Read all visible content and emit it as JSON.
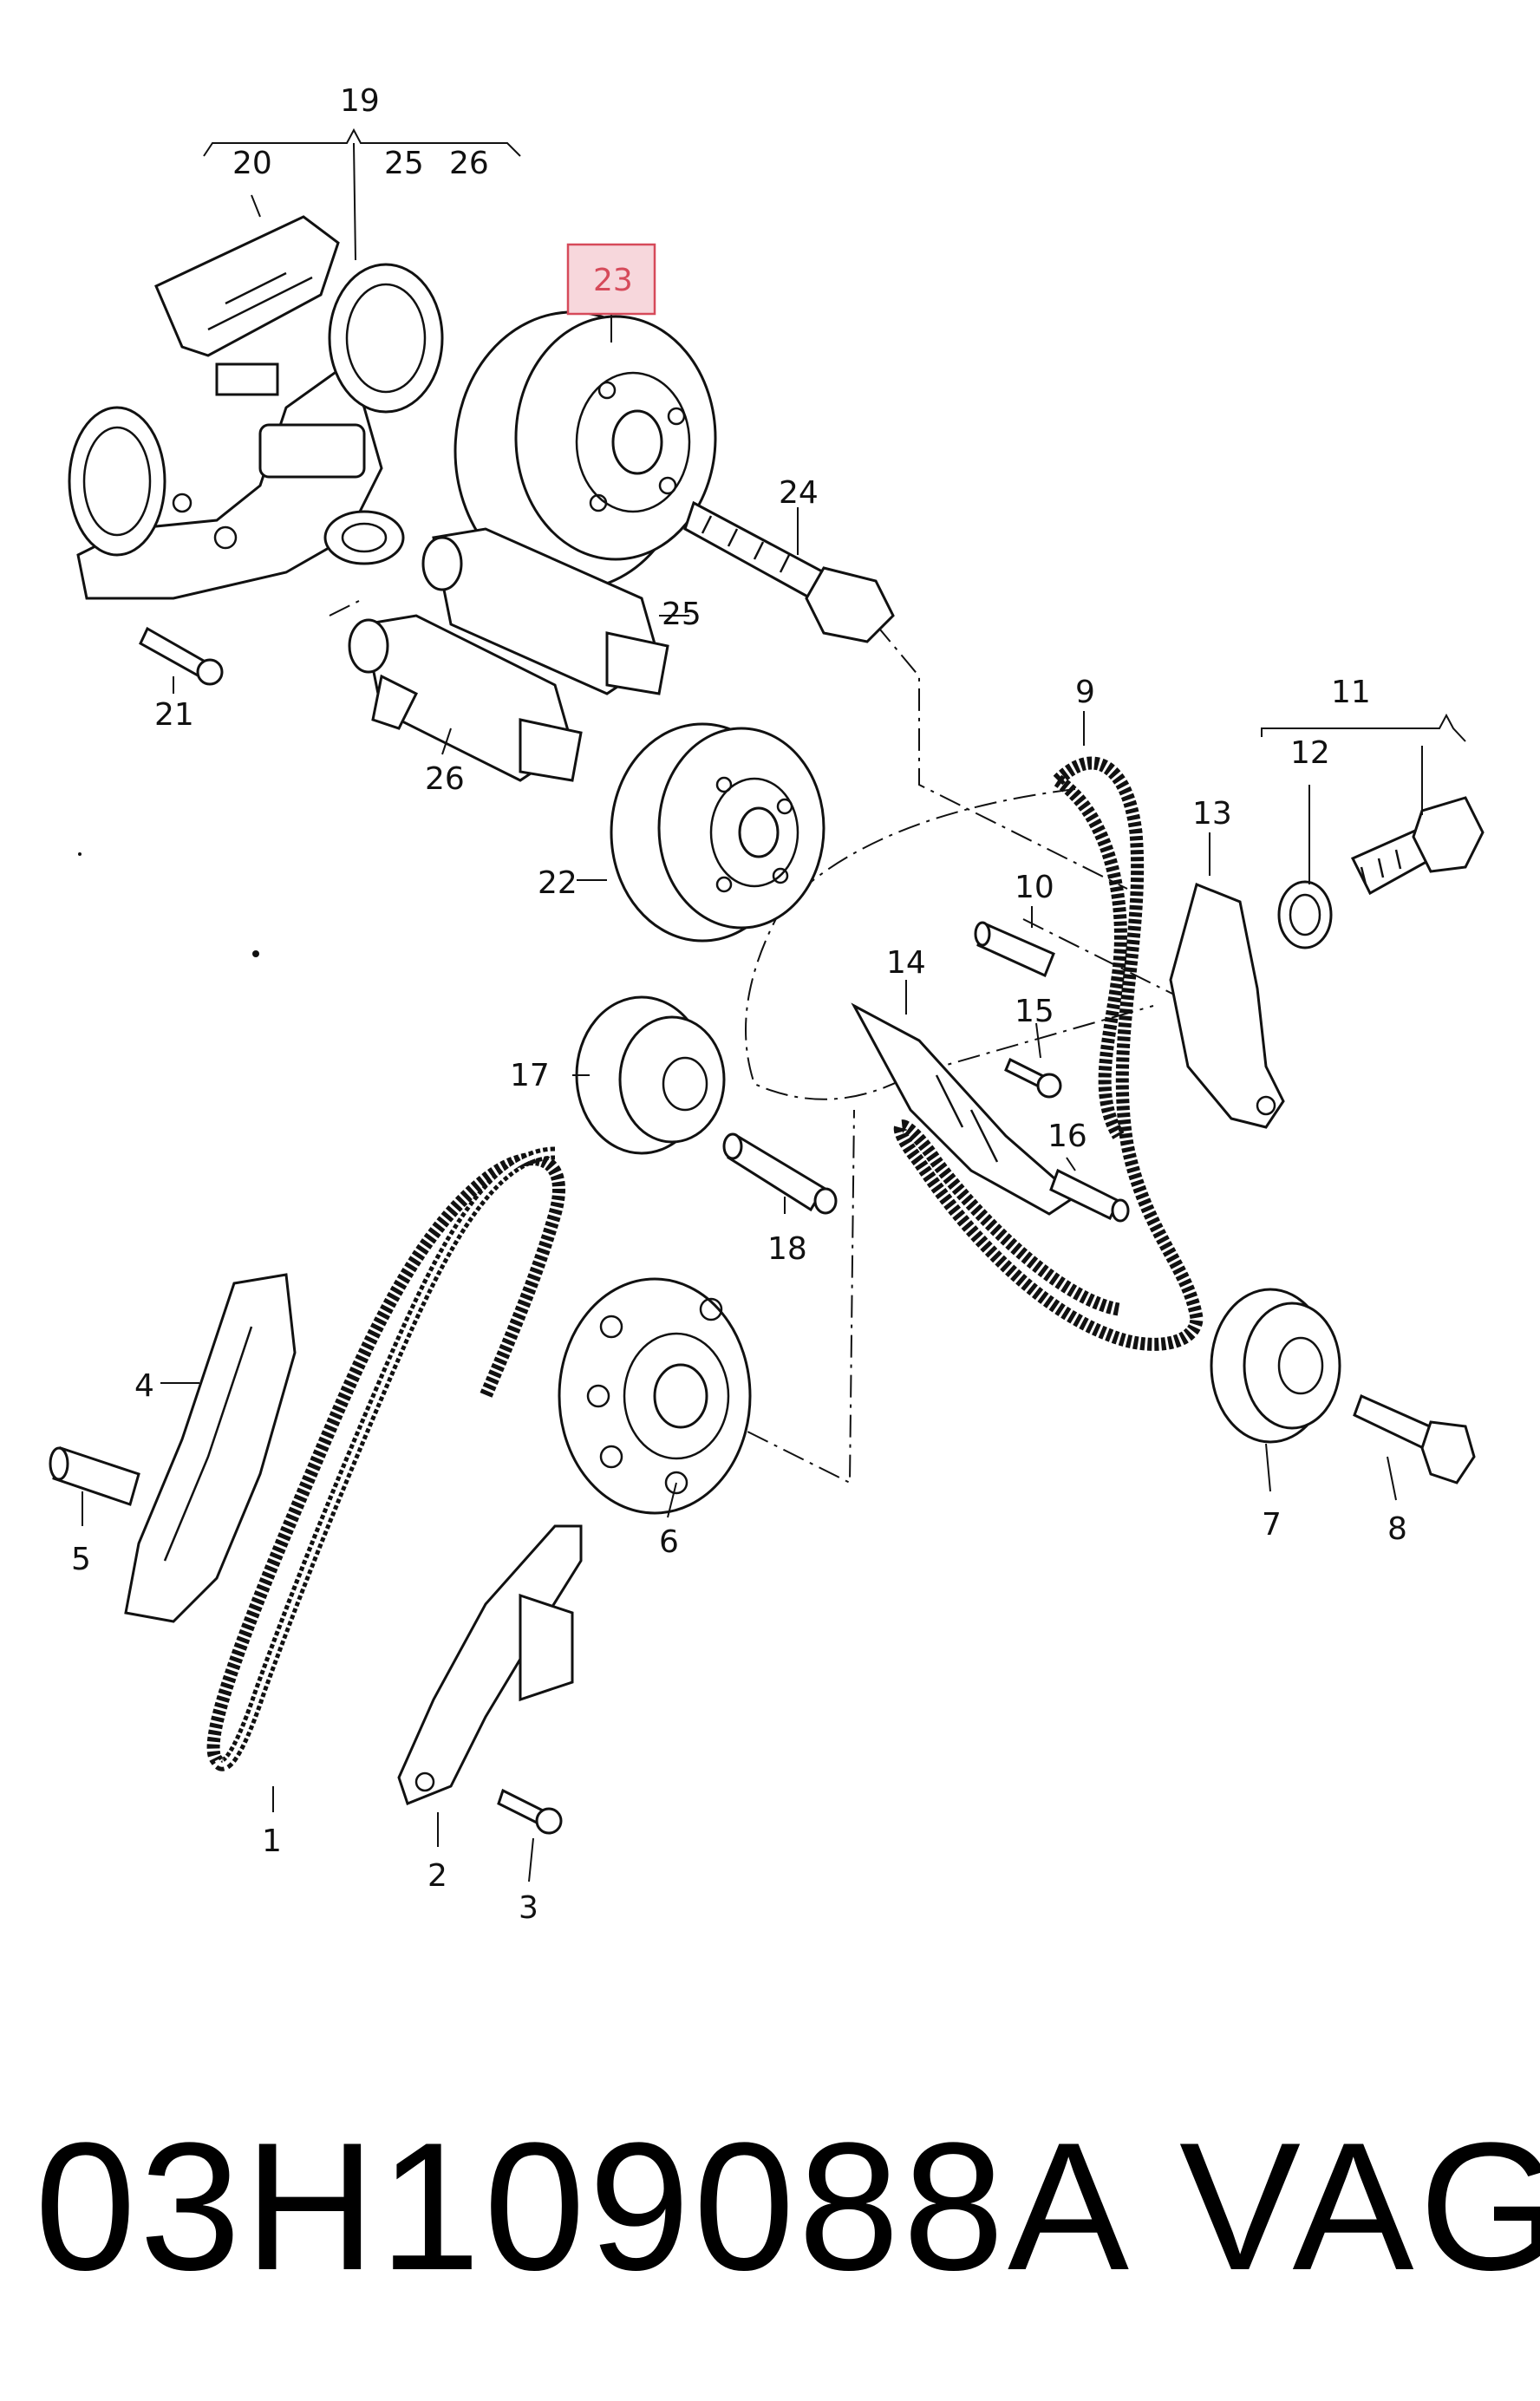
{
  "labels": {
    "p1": "1",
    "p2": "2",
    "p3": "3",
    "p4": "4",
    "p5": "5",
    "p6": "6",
    "p7": "7",
    "p8": "8",
    "p9": "9",
    "p10": "10",
    "p11": "11",
    "p12": "12",
    "p13": "13",
    "p14": "14",
    "p15": "15",
    "p16": "16",
    "p17": "17",
    "p18": "18",
    "p19": "19",
    "p20": "20",
    "p21": "21",
    "p22": "22",
    "p23": "23",
    "p24": "24",
    "p25a": "25",
    "p25b": "25",
    "p26a": "26",
    "p26b": "26"
  },
  "highlighted_label": "23",
  "highlight_color": "#d64a5a",
  "footer": {
    "part_number": "03H109088A",
    "brand": "VAG"
  }
}
